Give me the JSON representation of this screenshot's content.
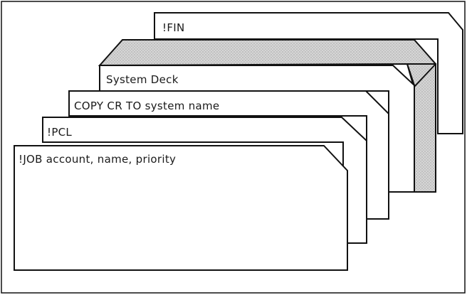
{
  "figure": {
    "cards": [
      {
        "id": "fin",
        "label": "!FIN"
      },
      {
        "id": "deck",
        "label": "System Deck"
      },
      {
        "id": "copy",
        "label": "COPY CR TO system name"
      },
      {
        "id": "pcl",
        "label": "!PCL"
      },
      {
        "id": "job",
        "label": "!JOB account, name, priority"
      }
    ],
    "deck_shading": "stippled gray"
  },
  "colors": {
    "background": "#ffffff",
    "stroke": "#111111",
    "text": "#1a1a1a",
    "deck_fill": "#c9c9c9"
  }
}
